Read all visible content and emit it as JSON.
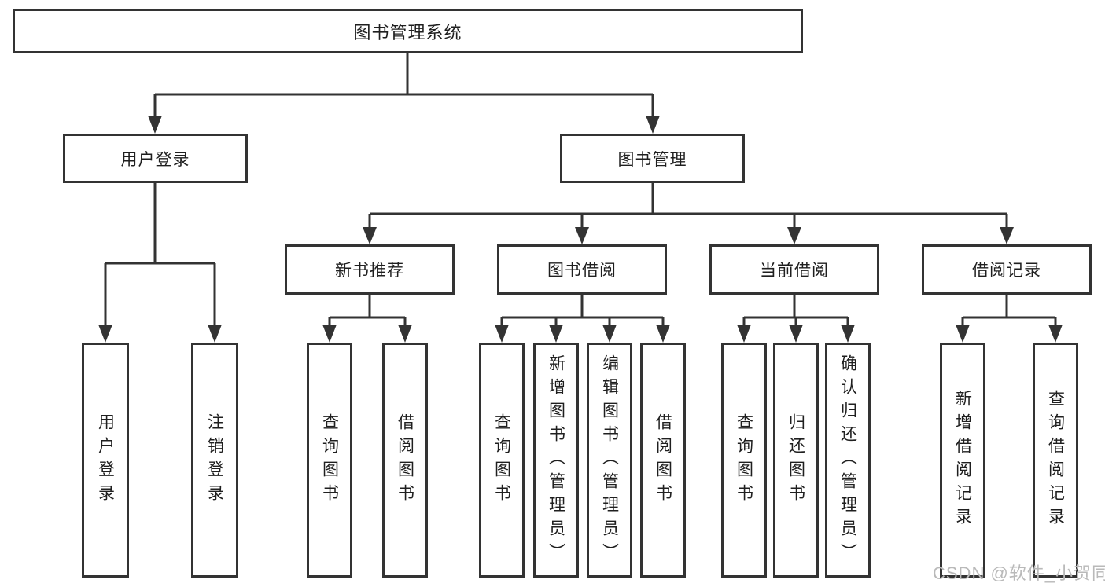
{
  "tree": {
    "root": "图书管理系统",
    "branches": [
      {
        "label": "用户登录",
        "children": [
          "用户登录",
          "注销登录"
        ]
      },
      {
        "label": "图书管理",
        "groups": [
          {
            "label": "新书推荐",
            "children": [
              "查询图书",
              "借阅图书"
            ]
          },
          {
            "label": "图书借阅",
            "children": [
              "查询图书",
              "新增图书（管理员）",
              "编辑图书（管理员）",
              "借阅图书"
            ]
          },
          {
            "label": "当前借阅",
            "children": [
              "查询图书",
              "归还图书",
              "确认归还（管理员）"
            ]
          },
          {
            "label": "借阅记录",
            "children": [
              "新增借阅记录",
              "查询借阅记录"
            ]
          }
        ]
      }
    ]
  },
  "watermark": "CSDN @软件_小贺同学",
  "colors": {
    "line": "#333333",
    "text": "#1f1f1f",
    "background": "#ffffff",
    "watermark": "#b9b9b9"
  }
}
